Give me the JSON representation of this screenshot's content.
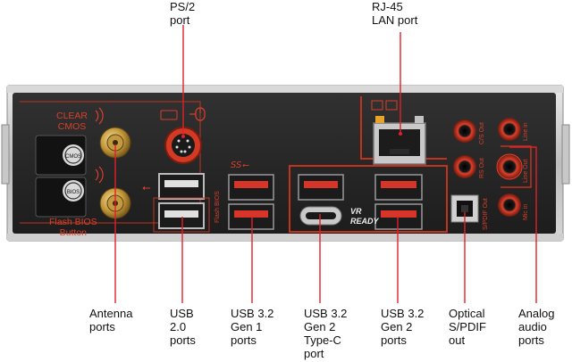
{
  "panel": {
    "clear_cmos": "CLEAR\nCMOS",
    "flash_bios_button": "Flash BIOS\nButton",
    "flash_bios_vertical": "Flash BIOS",
    "vr_ready": "VR\nREADY",
    "cmos_button_label": "CMOS",
    "bios_button_label": "BIOS",
    "port_legends": {
      "cs_out": "C/S Out",
      "rs_out": "RS Out",
      "line_in": "Line in",
      "line_out": "Line Out",
      "spdif_out": "S/PDIF Out",
      "mic_in": "Mic in"
    }
  },
  "labels": {
    "ps2": "PS/2\nport",
    "rj45": "RJ-45\nLAN port",
    "antenna": "Antenna\nports",
    "usb20": "USB\n2.0\nports",
    "usb32g1": "USB 3.2\nGen 1\nports",
    "usb32g2c": "USB 3.2\nGen 2\nType-C\nport",
    "usb32g2": "USB 3.2\nGen 2\nports",
    "optical": "Optical\nS/PDIF\nout",
    "analog": "Analog\naudio\nports"
  },
  "colors": {
    "accent": "#d8402a",
    "leader": "#e0202a",
    "panel": "#2a2a2a"
  }
}
